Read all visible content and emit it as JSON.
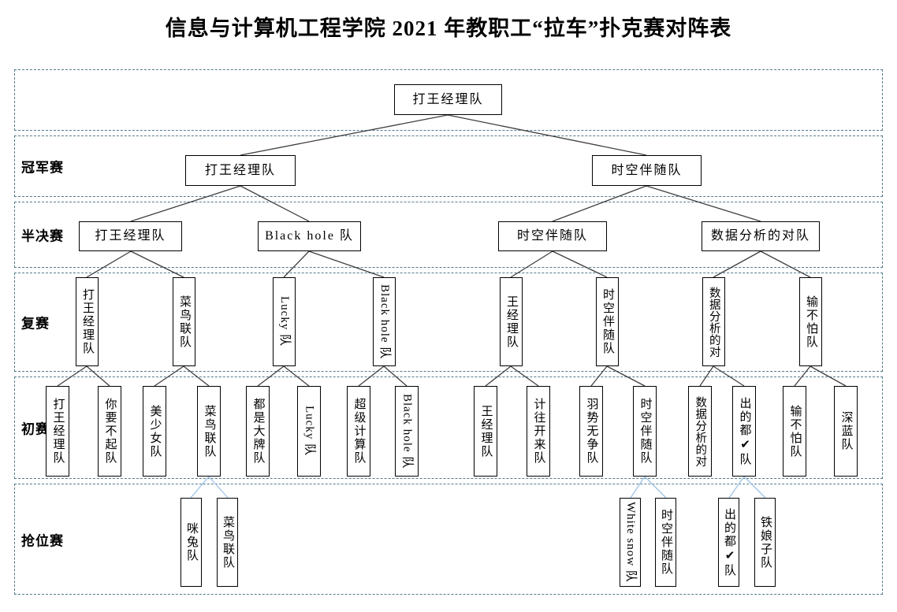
{
  "title": "信息与计算机工程学院 2021 年教职工“拉车”扑克赛对阵表",
  "row_labels": {
    "final": "冠军赛",
    "semi": "半决赛",
    "second": "复赛",
    "prelim": "初赛",
    "playin": "抢位赛"
  },
  "teams": {
    "champion": "打王经理队",
    "final": [
      "打王经理队",
      "时空伴随队"
    ],
    "semi": [
      "打王经理队",
      "Black hole 队",
      "时空伴随队",
      "数据分析的对队"
    ],
    "second": [
      "打王经理队",
      "菜鸟联队",
      "Lucky 队",
      "Black hole 队",
      "王经理队",
      "时空伴随队",
      "数据分析的对",
      "输不怕队"
    ],
    "prelim": [
      "打王经理队",
      "你要不起队",
      "美少女队",
      "菜鸟联队",
      "都是大牌队",
      "Lucky 队",
      "超级计算队",
      "Black hole 队",
      "王经理队",
      "计往开来队",
      "羽势无争队",
      "时空伴随队",
      "数据分析的对",
      "出的都✔队",
      "输不怕队",
      "深蓝队"
    ],
    "playin": [
      "咪兔队",
      "菜鸟联队",
      "White snow 队",
      "时空伴随队",
      "出的都✔队",
      "铁娘子队"
    ]
  },
  "colors": {
    "bracket_line": "#3f3f3f",
    "playin_line": "#9dc3e6",
    "frame_border": "#527b8c",
    "box_border": "#000000"
  }
}
